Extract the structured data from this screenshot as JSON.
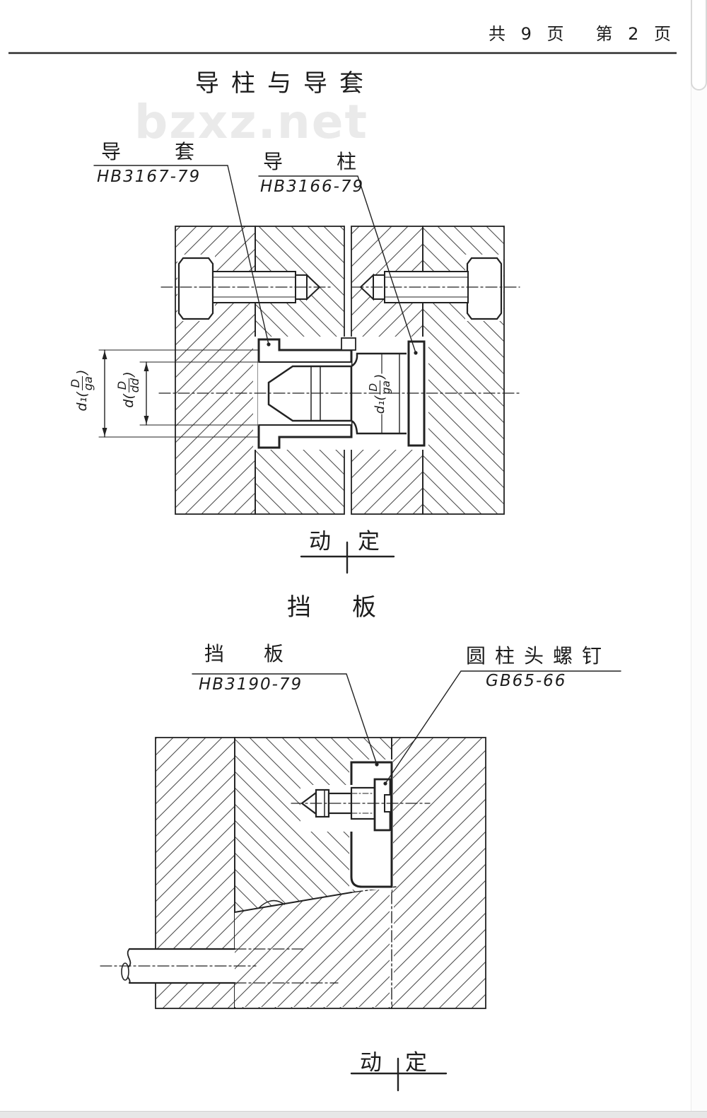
{
  "page_header": {
    "total_pages": "共 9 页",
    "current_page": "第 2 页"
  },
  "watermark": "bzxz.net",
  "section1": {
    "title": "导柱与导套",
    "callout_bushing": {
      "label": "导套",
      "standard": "HB3167-79"
    },
    "callout_pillar": {
      "label": "导柱",
      "standard": "HB3166-79"
    },
    "dim_outer": {
      "prefix": "d₁(",
      "numerator": "D",
      "denominator": "ga",
      "suffix": ")"
    },
    "dim_inner": {
      "prefix": "d(",
      "numerator": "D",
      "denominator": "dd",
      "suffix": ")"
    },
    "dim_pillar": {
      "prefix": "d₁(",
      "numerator": "D",
      "denominator": "ga",
      "suffix": ")"
    },
    "parting": {
      "moving": "动",
      "fixed": "定"
    }
  },
  "section2": {
    "title": "挡板",
    "callout_plate": {
      "label": "挡板",
      "standard": "HB3190-79"
    },
    "callout_screw": {
      "label": "圆柱头螺钉",
      "standard": "GB65-66"
    },
    "parting": {
      "moving": "动",
      "fixed": "定"
    }
  }
}
